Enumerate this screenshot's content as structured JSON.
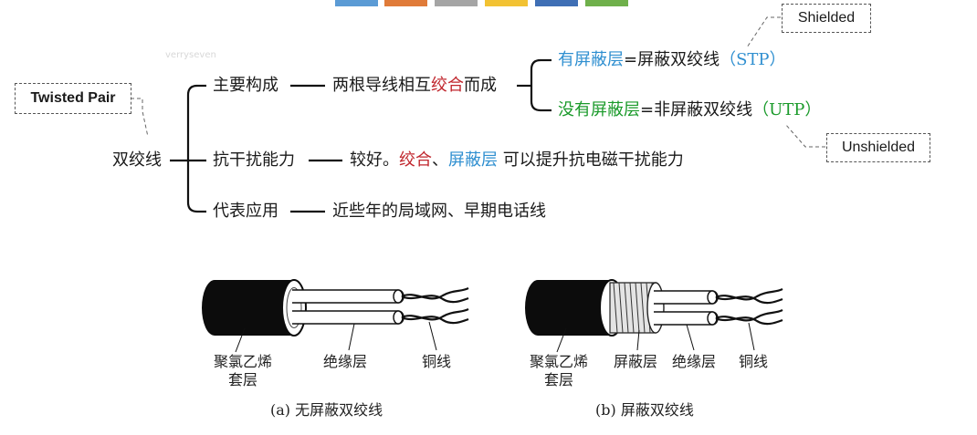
{
  "toolbar_colors": [
    "#5b9bd5",
    "#e07b39",
    "#a5a5a5",
    "#f2c233",
    "#3f6fb5",
    "#6fb04b"
  ],
  "watermark": "verryseven",
  "callouts": {
    "twisted_pair": "Twisted Pair",
    "shielded": "Shielded",
    "unshielded": "Unshielded"
  },
  "root": "双绞线",
  "branches": {
    "composition": {
      "label": "主要构成",
      "desc_before": "两根导线相互",
      "desc_highlight": "绞合",
      "desc_after": "而成",
      "stp": {
        "prefix": "有屏蔽层",
        "mid": "=屏蔽双绞线",
        "abbr": "（STP）"
      },
      "utp": {
        "prefix": "没有屏蔽层",
        "mid": "=非屏蔽双绞线",
        "abbr": "（UTP）"
      }
    },
    "anti_interference": {
      "label": "抗干扰能力",
      "desc_before": "较好。",
      "hl1": "绞合",
      "sep": "、",
      "hl2": "屏蔽层",
      "desc_after": " 可以提升抗电磁干扰能力"
    },
    "application": {
      "label": "代表应用",
      "desc": "近些年的局域网、早期电话线"
    }
  },
  "figure_a": {
    "jacket": "聚氯乙烯",
    "jacket2": "套层",
    "insulation": "绝缘层",
    "copper": "铜线",
    "caption": "(a) 无屏蔽双绞线"
  },
  "figure_b": {
    "jacket": "聚氯乙烯",
    "jacket2": "套层",
    "shield": "屏蔽层",
    "insulation": "绝缘层",
    "copper": "铜线",
    "caption": "(b) 屏蔽双绞线"
  },
  "colors": {
    "red": "#c0262d",
    "blue": "#2f8fd0",
    "green": "#1a9a2a"
  }
}
